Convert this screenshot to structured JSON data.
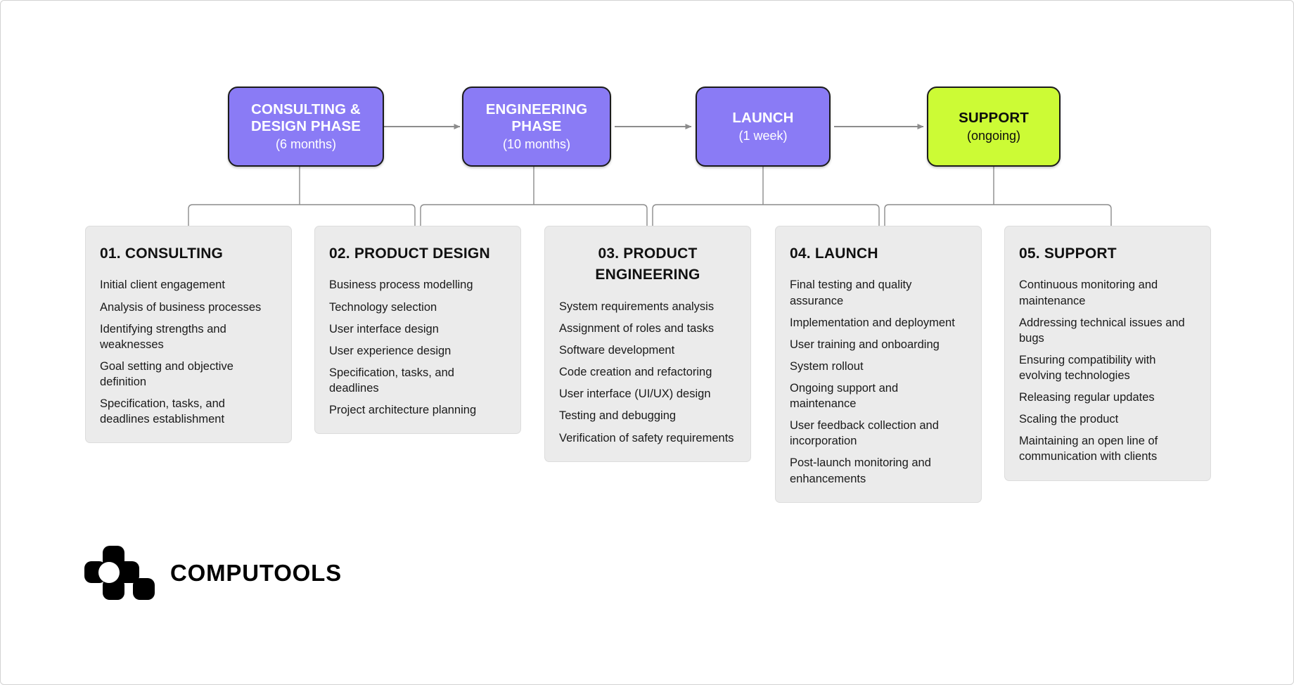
{
  "diagram": {
    "title": "Product development process flow",
    "colors": {
      "phase_purple": "#8A7BF5",
      "phase_green": "#CCFB35",
      "card_background": "#EBEBEB",
      "connector_line": "#8C8C8C",
      "page_border": "#D2D2D2",
      "text_dark": "#1A1A1A",
      "text_light": "#FFFFFF"
    },
    "phases": [
      {
        "title": "CONSULTING &\nDESIGN PHASE",
        "title_line1": "CONSULTING &",
        "title_line2": "DESIGN PHASE",
        "duration": "(6 months)",
        "color": "purple"
      },
      {
        "title": "ENGINEERING\nPHASE",
        "title_line1": "ENGINEERING",
        "title_line2": "PHASE",
        "duration": "(10 months)",
        "color": "purple"
      },
      {
        "title": "LAUNCH",
        "title_line1": "LAUNCH",
        "title_line2": "",
        "duration": "(1 week)",
        "color": "purple"
      },
      {
        "title": "SUPPORT",
        "title_line1": "SUPPORT",
        "title_line2": "",
        "duration": "(ongoing)",
        "color": "green"
      }
    ],
    "cards": [
      {
        "title": "01. CONSULTING",
        "title_line1": "01. CONSULTING",
        "title_line2": "",
        "align": "left",
        "items": [
          "Initial client engagement",
          "Analysis of business processes",
          "Identifying strengths and weaknesses",
          "Goal setting and objective definition",
          "Specification, tasks, and deadlines establishment"
        ]
      },
      {
        "title": "02. PRODUCT DESIGN",
        "title_line1": "02. PRODUCT DESIGN",
        "title_line2": "",
        "align": "left",
        "items": [
          "Business process modelling",
          "Technology selection",
          "User interface design",
          "User experience design",
          "Specification, tasks, and deadlines",
          "Project architecture planning"
        ]
      },
      {
        "title": "03. PRODUCT ENGINEERING",
        "title_line1": "03. PRODUCT",
        "title_line2": "ENGINEERING",
        "align": "center",
        "items": [
          "System requirements analysis",
          "Assignment of roles and tasks",
          "Software development",
          "Code creation and refactoring",
          "User interface (UI/UX) design",
          "Testing and debugging",
          "Verification of safety requirements"
        ]
      },
      {
        "title": "04. LAUNCH",
        "title_line1": "04. LAUNCH",
        "title_line2": "",
        "align": "left",
        "items": [
          "Final testing and quality assurance",
          "Implementation and deployment",
          "User training and onboarding",
          "System rollout",
          "Ongoing support and maintenance",
          "User feedback collection and incorporation",
          "Post-launch monitoring and enhancements"
        ]
      },
      {
        "title": "05. SUPPORT",
        "title_line1": "05. SUPPORT",
        "title_line2": "",
        "align": "left",
        "items": [
          "Continuous monitoring and maintenance",
          "Addressing technical issues and bugs",
          "Ensuring compatibility with evolving technologies",
          "Releasing regular updates",
          "Scaling the product",
          "Maintaining an open line of communication with clients"
        ]
      }
    ],
    "logo": {
      "wordmark": "COMPUTOOLS",
      "mark_name": "computools-molecule-logo"
    }
  }
}
